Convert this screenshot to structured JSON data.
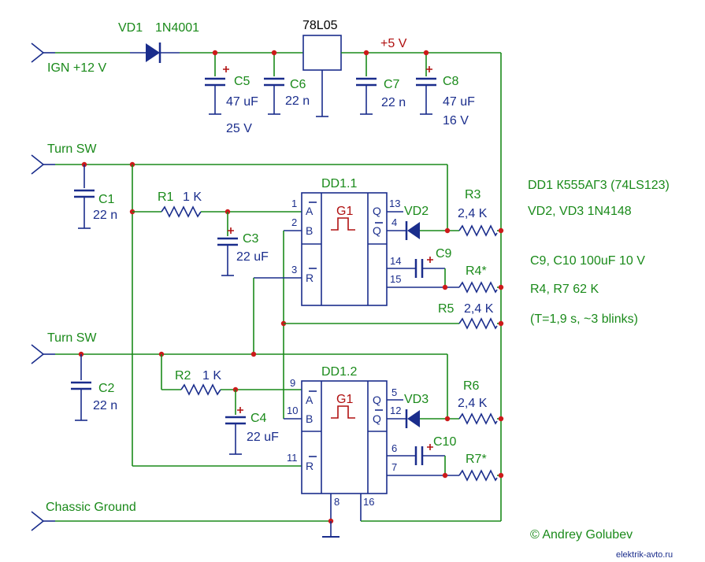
{
  "labels": {
    "vd1": "VD1",
    "vd1_part": "1N4001",
    "regulator": "78L05",
    "rail_5v": "+5 V",
    "ign": "IGN +12 V",
    "c5": "C5",
    "c5_val": "47 uF",
    "c5_volt": "25 V",
    "c6": "C6",
    "c6_val": "22 n",
    "c7": "C7",
    "c7_val": "22 n",
    "c8": "C8",
    "c8_val": "47 uF",
    "c8_volt": "16 V",
    "turn_sw_1": "Turn SW",
    "turn_sw_2": "Turn SW",
    "c1": "C1",
    "c1_val": "22 n",
    "c2": "C2",
    "c2_val": "22 n",
    "r1": "R1",
    "r1_val": "1 K",
    "r2": "R2",
    "r2_val": "1 K",
    "c3": "C3",
    "c3_val": "22 uF",
    "c4": "C4",
    "c4_val": "22 uF",
    "dd1_1": "DD1.1",
    "dd1_2": "DD1.2",
    "g1_a": "G1",
    "g1_b": "G1",
    "vd2": "VD2",
    "vd3": "VD3",
    "r3": "R3",
    "r3_val": "2,4 K",
    "r4": "R4*",
    "r5": "R5",
    "r5_val": "2,4 K",
    "r6": "R6",
    "r6_val": "2,4 K",
    "r7": "R7*",
    "c9": "C9",
    "c10": "C10",
    "chassis": "Chassic Ground",
    "copyright": "© Andrey Golubev",
    "watermark": "elektrik-avto.ru"
  },
  "pins": {
    "p1": "1",
    "p2": "2",
    "p3": "3",
    "p4": "4",
    "p13": "13",
    "p14": "14",
    "p15": "15",
    "p5": "5",
    "p6": "6",
    "p7": "7",
    "p8": "8",
    "p9": "9",
    "p10": "10",
    "p11": "11",
    "p12": "12",
    "p16": "16"
  },
  "ic_inputs": {
    "a": "A",
    "b": "B",
    "r": "R",
    "q": "Q",
    "qbar": "Q",
    "a2": "A",
    "b2": "B",
    "r2": "R",
    "q2": "Q",
    "qbar2": "Q"
  },
  "notes": {
    "dd1": "DD1 К555АГ3 (74LS123)",
    "vd": "VD2, VD3  1N4148",
    "caps": "C9, C10  100uF 10 V",
    "res": "R4, R7  62 K",
    "timing": "(T=1,9 s, ~3 blinks)"
  }
}
